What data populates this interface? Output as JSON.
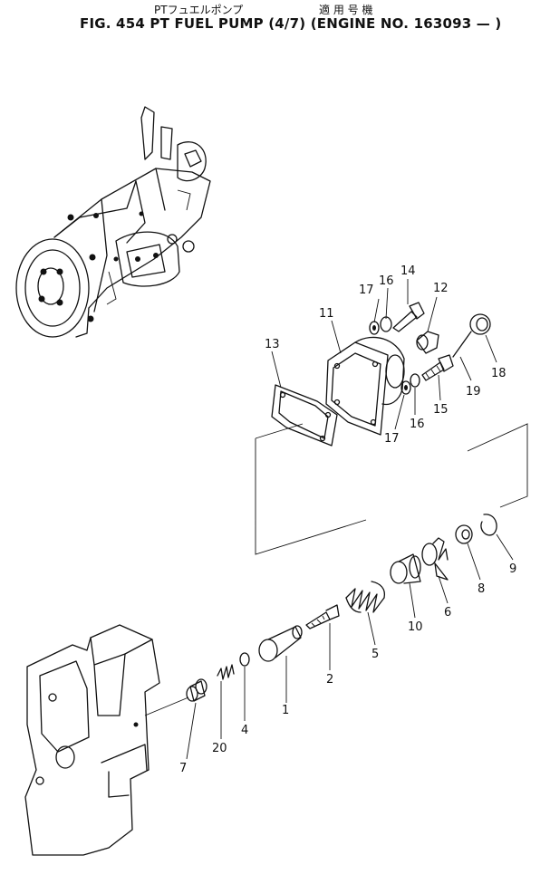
{
  "header": {
    "jp_name": "PTフュエルポンプ",
    "jp_applicability": "適 用 号 機",
    "title": "FIG. 454  PT FUEL PUMP (4/7) (ENGINE NO. 163093 —  )"
  },
  "callouts": [
    "1",
    "2",
    "4",
    "5",
    "6",
    "7",
    "8",
    "9",
    "10",
    "11",
    "12",
    "13",
    "14",
    "15",
    "16",
    "16",
    "17",
    "17",
    "18",
    "19",
    "20"
  ]
}
